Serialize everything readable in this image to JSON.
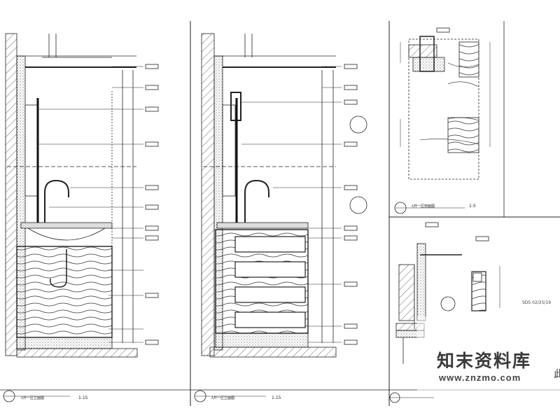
{
  "drawing": {
    "sheet": "Bathroom vanity cabinet elevations and details",
    "panels": [
      {
        "id": "elevation-a",
        "title": "λ开一区立面图",
        "scale": "1:15"
      },
      {
        "id": "elevation-b",
        "title": "λ开一区立面图",
        "scale": "1:15"
      },
      {
        "id": "detail-section",
        "title": "λ开一区剖面图",
        "scale": "1:5"
      },
      {
        "id": "detail-bottom",
        "title": "",
        "scale": ""
      }
    ],
    "side_note": "SDS 02/25/19",
    "side_char": "此"
  },
  "watermark": {
    "title": "知末资料库",
    "url": "www.znzmo.com"
  }
}
